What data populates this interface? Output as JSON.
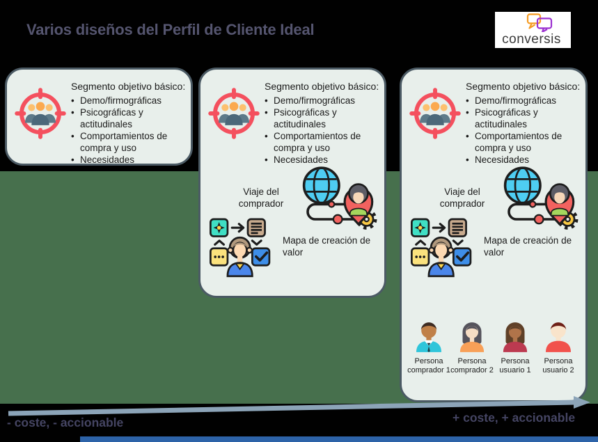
{
  "page": {
    "title": "Varios diseños del Perfil de Cliente Ideal",
    "logo_text": "conversis"
  },
  "segment": {
    "heading": "Segmento objetivo básico:",
    "bullet_marker": "•",
    "bullets": [
      "Demo/firmográficas",
      "Psicográficas y actitudinales",
      "Comportamientos de compra y uso",
      "Necesidades"
    ]
  },
  "labels": {
    "journey": "Viaje del comprador",
    "value_map": "Mapa de creación de valor"
  },
  "personas": [
    {
      "label": "Persona comprador 1",
      "type": "man",
      "colors": {
        "skin": "#c08048",
        "hair": "#3d2b22",
        "shirt": "#2fc5da",
        "collar": "#ffffff",
        "accent": "#233c44"
      }
    },
    {
      "label": "Persona comprador 2",
      "type": "woman",
      "colors": {
        "skin": "#f6ddc4",
        "hair": "#55535c",
        "shirt": "#f8a058"
      }
    },
    {
      "label": "Persona usuario 1",
      "type": "woman",
      "colors": {
        "skin": "#b0744a",
        "hair": "#5f4028",
        "shirt": "#bc3a50"
      }
    },
    {
      "label": "Persona usuario 2",
      "type": "man",
      "colors": {
        "skin": "#f9e4cb",
        "hair": "#6e1f16",
        "shirt": "#f1524c"
      }
    }
  ],
  "axis": {
    "left": "- coste, - accionable",
    "right": "+ coste, + accionable"
  },
  "colors": {
    "background": "#010101",
    "band": "#47704d",
    "bottom_bar": "#2d63a8",
    "box_bg": "#e8efeb",
    "box_border": "#4b5a64",
    "title_text": "#55556f",
    "axis_text": "#454563",
    "arrow": "#8ca4b8",
    "target_red": "#f4505e",
    "globe": "#4ecdf2",
    "gear": "#f7c844",
    "pin": "#f2625f"
  }
}
